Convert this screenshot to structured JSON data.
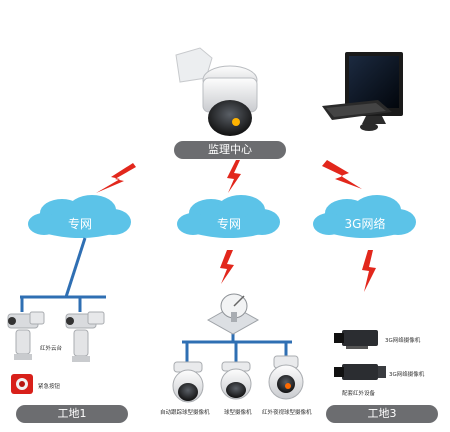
{
  "center": {
    "label": "监理中心"
  },
  "clouds": [
    {
      "label": "专网"
    },
    {
      "label": "专网"
    },
    {
      "label": "3G网络"
    }
  ],
  "sites": [
    {
      "label": "工地1"
    },
    {
      "label": "工地3"
    }
  ],
  "devices": {
    "ptz_label": "红外云台",
    "alarm_label": "紧急按钮",
    "dome_auto_label": "自动跟踪球型摄像机",
    "dome_label": "球型摄像机",
    "dome_ir_label": "红外夜视球型摄像机",
    "cam3g_1_label": "3G网络摄像机",
    "cam3g_2_label": "3G网络摄像机",
    "ir_light_label": "配套红外设备"
  },
  "colors": {
    "cloud": "#5cc3e8",
    "wire": "#2f6fb3",
    "lightning": "#e2271c",
    "pill": "#6c6d70"
  }
}
